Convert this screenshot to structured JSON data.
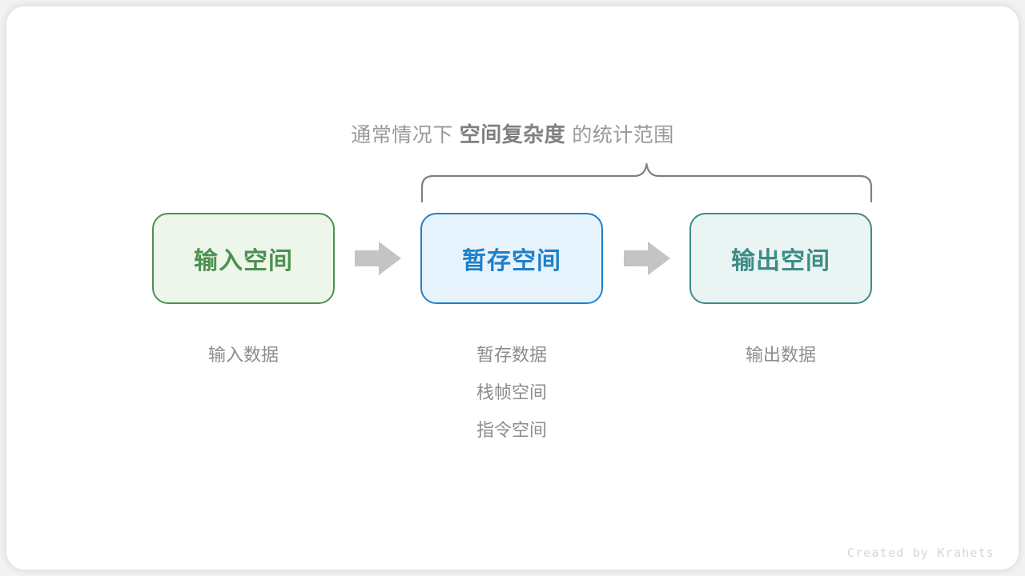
{
  "colors": {
    "page_background": "#f2f2f2",
    "card_background": "#ffffff",
    "input_accent": "#4c9150",
    "input_fill": "#eef6ec",
    "temp_accent": "#1f80c8",
    "temp_fill": "#e7f3fc",
    "output_accent": "#3c8c87",
    "output_fill": "#eaf4f2",
    "brace_stroke": "#808080",
    "arrow_fill": "#c4c4c4",
    "caption_gray": "#999999",
    "sublabel_gray": "#8c8c8c",
    "watermark_gray": "#d6d6d6"
  },
  "scope": {
    "caption_prefix": "通常情况下",
    "caption_emphasis": "空间复杂度",
    "caption_suffix": "的统计范围"
  },
  "flow": {
    "boxes": [
      {
        "id": "input",
        "label": "输入空间",
        "accent": "#4c9150",
        "fill": "#eef6ec"
      },
      {
        "id": "temp",
        "label": "暂存空间",
        "accent": "#1f80c8",
        "fill": "#e7f3fc"
      },
      {
        "id": "output",
        "label": "输出空间",
        "accent": "#3c8c87",
        "fill": "#eaf4f2"
      }
    ],
    "arrows": [
      {
        "id": "arrow-1",
        "direction": "right"
      },
      {
        "id": "arrow-2",
        "direction": "right"
      }
    ],
    "sublists": [
      {
        "id": "input",
        "items": [
          "输入数据"
        ]
      },
      {
        "id": "temp",
        "items": [
          "暂存数据",
          "栈帧空间",
          "指令空间"
        ]
      },
      {
        "id": "output",
        "items": [
          "输出数据"
        ]
      }
    ]
  },
  "watermark": {
    "text": "Created by Krahets"
  }
}
